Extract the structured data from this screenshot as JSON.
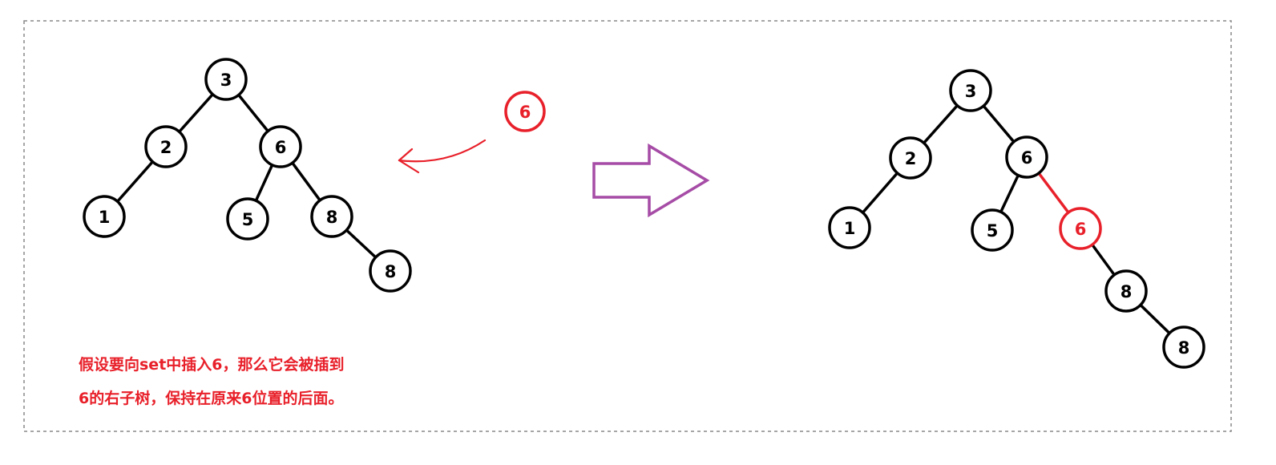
{
  "colors": {
    "black": "#000000",
    "red": "#e8202a",
    "arrow_purple": "#a64ca6",
    "border": "#888888"
  },
  "left_tree": {
    "nodes": [
      {
        "id": "n3",
        "label": "3"
      },
      {
        "id": "n2",
        "label": "2"
      },
      {
        "id": "n6",
        "label": "6"
      },
      {
        "id": "n1",
        "label": "1"
      },
      {
        "id": "n5",
        "label": "5"
      },
      {
        "id": "n8a",
        "label": "8"
      },
      {
        "id": "n8b",
        "label": "8"
      }
    ]
  },
  "new_node": {
    "label": "6"
  },
  "right_tree": {
    "nodes": [
      {
        "id": "m3",
        "label": "3"
      },
      {
        "id": "m2",
        "label": "2"
      },
      {
        "id": "m6",
        "label": "6"
      },
      {
        "id": "m1",
        "label": "1"
      },
      {
        "id": "m5",
        "label": "5"
      },
      {
        "id": "m6new",
        "label": "6",
        "highlight": true
      },
      {
        "id": "m8a",
        "label": "8"
      },
      {
        "id": "m8b",
        "label": "8"
      }
    ]
  },
  "caption": {
    "line1": "假设要向set中插入6，那么它会被插到",
    "line2": "6的右子树，保持在原来6位置的后面。"
  }
}
